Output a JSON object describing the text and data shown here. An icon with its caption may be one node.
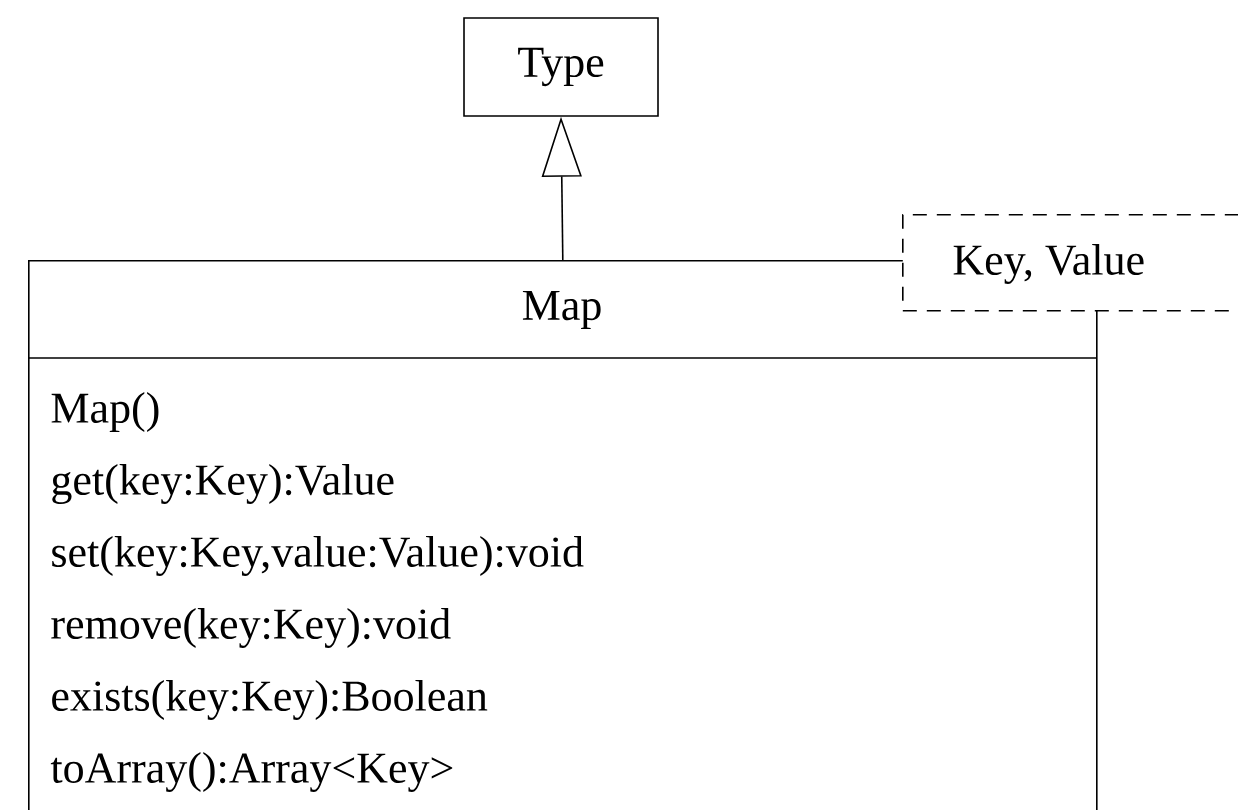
{
  "diagram": {
    "nodes": [
      {
        "text": [
          "Type"
        ]
      },
      {
        "text": [
          "Map",
          "Map()",
          "get(key:Key):Value",
          "set(key:Key,value:Value):void",
          "remove(key:Key):void",
          "exists(key:Key):Boolean",
          "toArray():Array<Key>"
        ]
      },
      {
        "text": [
          "Key, Value"
        ]
      }
    ],
    "edges": [
      {
        "from": 1,
        "to": 0,
        "arrow": "to"
      }
    ]
  }
}
